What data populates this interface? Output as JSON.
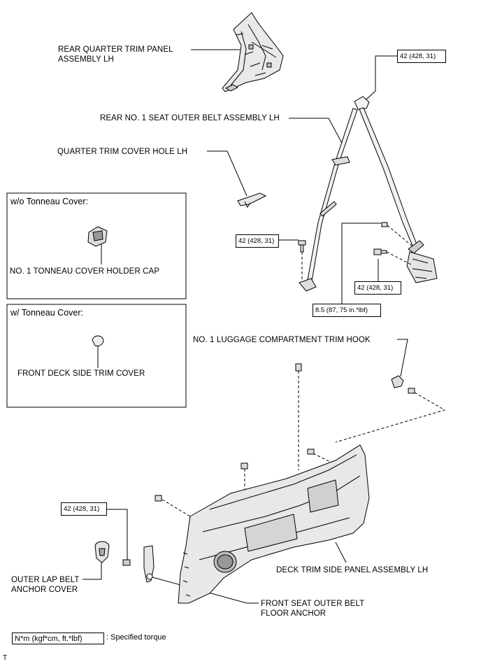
{
  "labels": {
    "rear_quarter_trim_panel": "REAR QUARTER TRIM PANEL\nASSEMBLY LH",
    "rear_seat_outer_belt": "REAR NO. 1 SEAT OUTER BELT ASSEMBLY LH",
    "quarter_trim_cover_hole": "QUARTER TRIM COVER HOLE LH",
    "tonneau_holder_cap": "NO. 1 TONNEAU COVER HOLDER CAP",
    "front_deck_side_trim_cover": "FRONT DECK SIDE TRIM COVER",
    "luggage_trim_hook": "NO. 1 LUGGAGE COMPARTMENT TRIM HOOK",
    "deck_trim_side_panel": "DECK TRIM SIDE PANEL ASSEMBLY LH",
    "outer_lap_belt_cover": "OUTER LAP BELT\nANCHOR COVER",
    "front_seat_floor_anchor": "FRONT SEAT OUTER BELT\nFLOOR ANCHOR"
  },
  "boxes": {
    "without_tonneau": "w/o Tonneau Cover:",
    "with_tonneau": "w/ Tonneau Cover:"
  },
  "torques": {
    "t1": "42 (428, 31)",
    "t2": "42 (428, 31)",
    "t3": "42 (428, 31)",
    "t4": "8.5 (87, 75 in.*lbf)",
    "t5": "42 (428, 31)"
  },
  "legend": {
    "unit": "N*m (kgf*cm, ft.*lbf)",
    "text": ": Specified torque"
  },
  "footer_mark": "T"
}
